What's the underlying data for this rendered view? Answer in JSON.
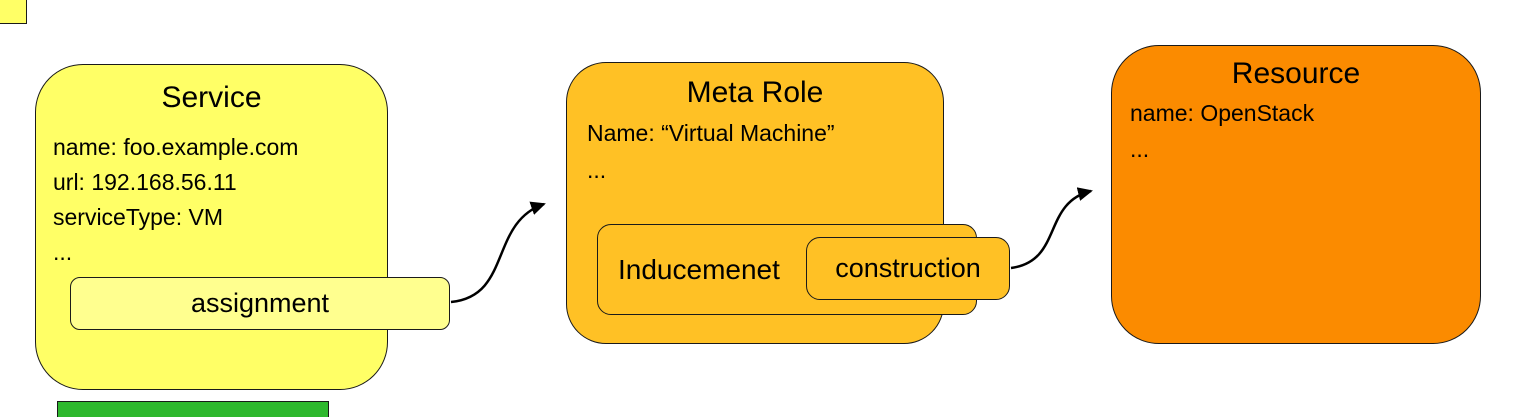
{
  "service": {
    "title": "Service",
    "lines": [
      "name: foo.example.com",
      "url: 192.168.56.11",
      "serviceType: VM",
      "..."
    ],
    "assignment_label": "assignment"
  },
  "meta_role": {
    "title": "Meta Role",
    "lines": [
      "Name: “Virtual Machine”",
      "..."
    ],
    "inducement_label": "Inducemenet",
    "construction_label": "construction"
  },
  "resource": {
    "title": "Resource",
    "lines": [
      "name: OpenStack",
      "..."
    ]
  },
  "connectors": [
    {
      "from": "assignment",
      "to": "meta_role"
    },
    {
      "from": "construction",
      "to": "resource"
    }
  ],
  "colors": {
    "service_fill": "#ffff66",
    "assignment_fill": "#ffff8f",
    "meta_role_fill": "#ffc125",
    "resource_fill": "#fb8b00",
    "green_bar": "#2eb82e",
    "outline": "#1a1a1a"
  }
}
